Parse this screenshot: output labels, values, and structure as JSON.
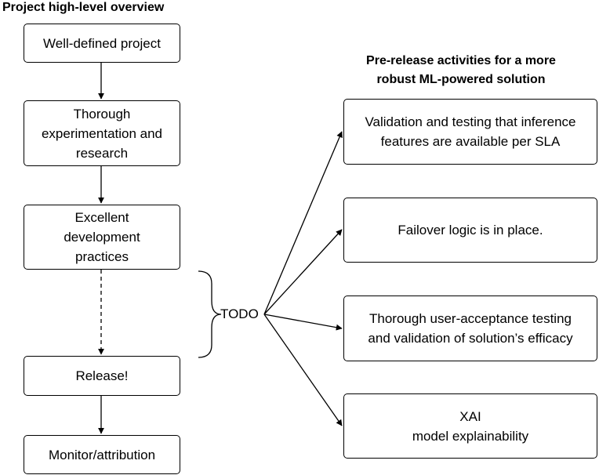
{
  "left_title": "Project high-level overview",
  "right_title": "Pre-release activities for a more\nrobust ML-powered solution",
  "flow": [
    "Well-defined project",
    "Thorough\nexperimentation and\nresearch",
    "Excellent\ndevelopment\npractices",
    "Release!",
    "Monitor/attribution"
  ],
  "todo_label": "TODO",
  "activities": [
    "Validation and testing that inference\nfeatures are available per SLA",
    "Failover logic is in place.",
    "Thorough user-acceptance testing\nand validation of solution’s efficacy",
    "XAI\nmodel explainability"
  ]
}
